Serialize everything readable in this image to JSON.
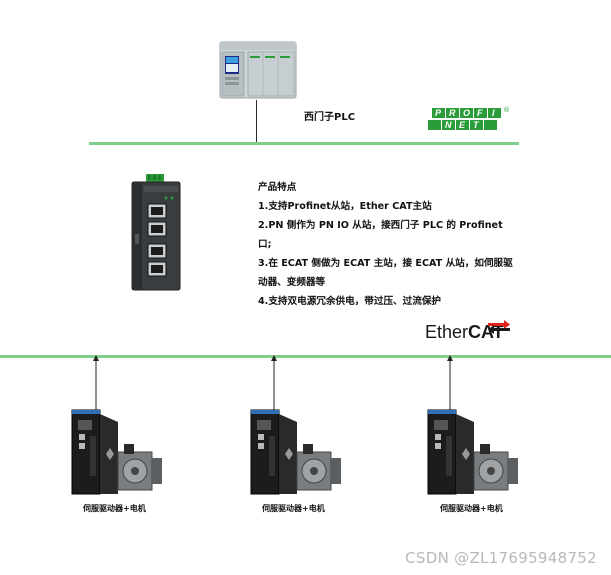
{
  "plc": {
    "label": "西门子PLC"
  },
  "profinet_logo": {
    "row1": "PROFI",
    "row2": "NET",
    "registered": "®",
    "color": "#2a9d3a"
  },
  "gateway": {
    "features_title": "产品特点",
    "features": [
      "1.支持Profinet从站，Ether CAT主站",
      "2.PN 侧作为 PN IO 从站，接西门子 PLC 的 Profinet",
      "口;",
      "3.在 ECAT 侧做为 ECAT 主站，接 ECAT 从站，如伺服驱",
      "动器、变频器等",
      "4.支持双电源冗余供电，带过压、过流保护"
    ]
  },
  "ethercat_logo": {
    "part1": "Ether",
    "part2": "CAT"
  },
  "servos": [
    {
      "label": "伺服驱动器+电机"
    },
    {
      "label": "伺服驱动器+电机"
    },
    {
      "label": "伺服驱动器+电机"
    }
  ],
  "watermark": "CSDN @ZL17695948752",
  "colors": {
    "bus": "#7fcf88",
    "profinet": "#2a9d3a"
  }
}
